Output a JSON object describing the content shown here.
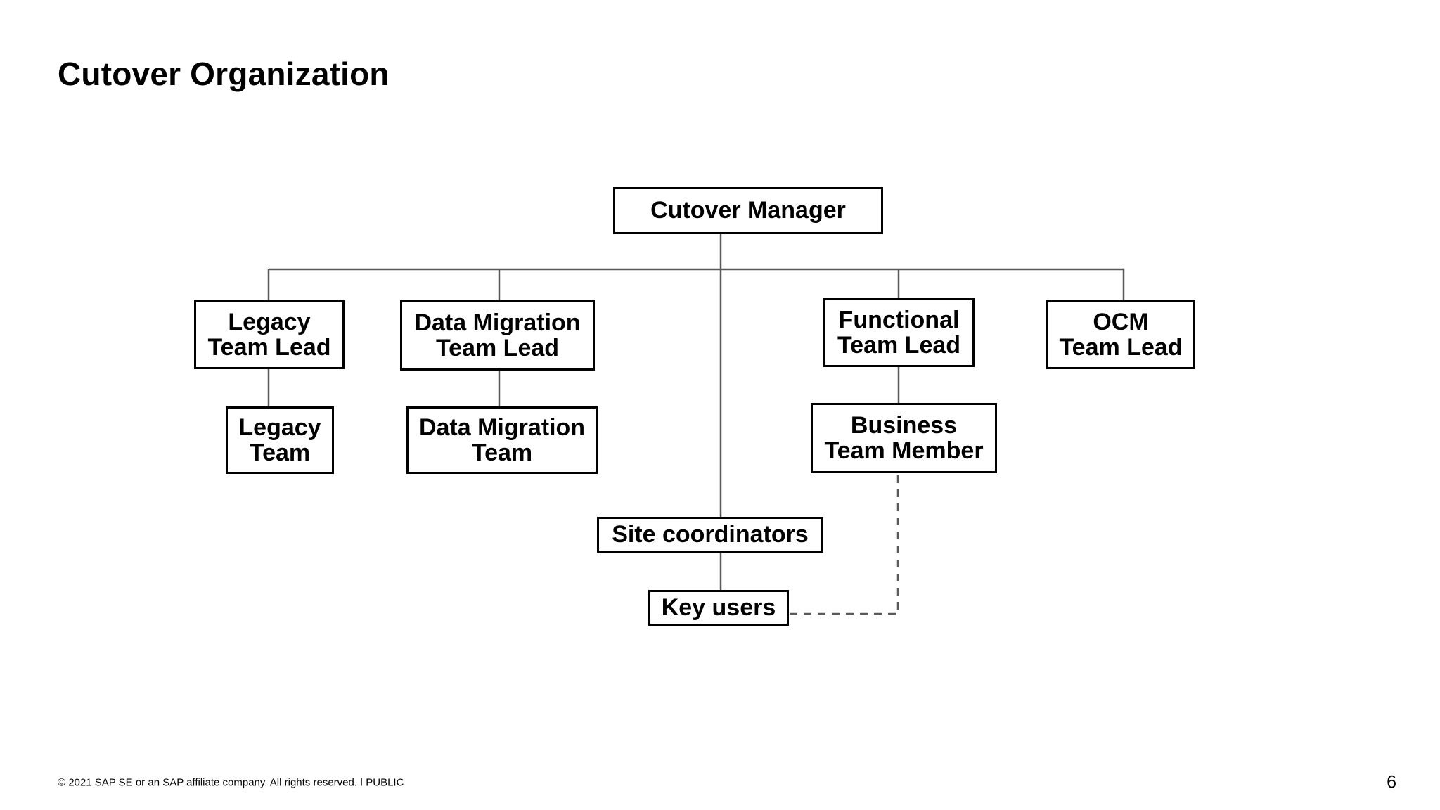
{
  "slide": {
    "title": "Cutover Organization",
    "page_number": "6",
    "footer": "© 2021 SAP SE or an SAP affiliate company. All rights reserved.  ǀ  PUBLIC",
    "background_color": "#FFFFFF",
    "line_color": "#595959",
    "box_border_color": "#000000",
    "text_color": "#000000"
  },
  "chart_data": {
    "type": "diagram",
    "diagram_kind": "organization-chart",
    "title": "Cutover Organization",
    "nodes": [
      {
        "id": "cutover-manager",
        "label": "Cutover Manager",
        "level": 0
      },
      {
        "id": "legacy-team-lead",
        "label": "Legacy\nTeam Lead",
        "level": 1
      },
      {
        "id": "data-migration-team-lead",
        "label": "Data Migration\nTeam Lead",
        "level": 1
      },
      {
        "id": "functional-team-lead",
        "label": "Functional\nTeam Lead",
        "level": 1
      },
      {
        "id": "ocm-team-lead",
        "label": "OCM\nTeam Lead",
        "level": 1
      },
      {
        "id": "legacy-team",
        "label": "Legacy\nTeam",
        "level": 2
      },
      {
        "id": "data-migration-team",
        "label": "Data Migration\nTeam",
        "level": 2
      },
      {
        "id": "business-team-member",
        "label": "Business\nTeam Member",
        "level": 2
      },
      {
        "id": "site-coordinators",
        "label": "Site coordinators",
        "level": 3
      },
      {
        "id": "key-users",
        "label": "Key users",
        "level": 4
      }
    ],
    "edges": [
      {
        "from": "cutover-manager",
        "to": "legacy-team-lead",
        "style": "solid"
      },
      {
        "from": "cutover-manager",
        "to": "data-migration-team-lead",
        "style": "solid"
      },
      {
        "from": "cutover-manager",
        "to": "functional-team-lead",
        "style": "solid"
      },
      {
        "from": "cutover-manager",
        "to": "ocm-team-lead",
        "style": "solid"
      },
      {
        "from": "cutover-manager",
        "to": "site-coordinators",
        "style": "solid"
      },
      {
        "from": "legacy-team-lead",
        "to": "legacy-team",
        "style": "solid"
      },
      {
        "from": "data-migration-team-lead",
        "to": "data-migration-team",
        "style": "solid"
      },
      {
        "from": "functional-team-lead",
        "to": "business-team-member",
        "style": "solid"
      },
      {
        "from": "site-coordinators",
        "to": "key-users",
        "style": "solid"
      },
      {
        "from": "business-team-member",
        "to": "key-users",
        "style": "dashed"
      }
    ]
  }
}
